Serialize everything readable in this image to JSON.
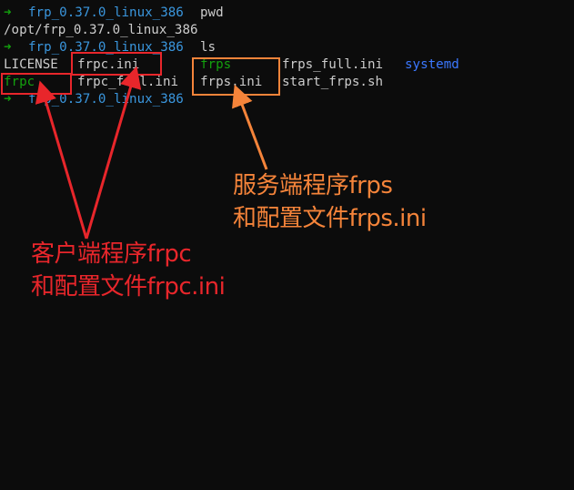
{
  "terminal": {
    "lines": [
      {
        "prompt": "➜",
        "dir": "frp_0.37.0_linux_386",
        "cmd": "pwd"
      },
      {
        "output": "/opt/frp_0.37.0_linux_386"
      },
      {
        "prompt": "➜",
        "dir": "frp_0.37.0_linux_386",
        "cmd": "ls"
      },
      {
        "cols": [
          "LICENSE",
          "frpc.ini",
          "frps",
          "frps_full.ini",
          "systemd"
        ]
      },
      {
        "cols": [
          "frpc",
          "frpc_full.ini",
          "frps.ini",
          "start_frps.sh"
        ]
      },
      {
        "prompt": "➜",
        "dir": "frp_0.37.0_linux_386"
      }
    ]
  },
  "annotations": {
    "server_line1": "服务端程序frps",
    "server_line2": "和配置文件frps.ini",
    "client_line1": "客户端程序frpc",
    "client_line2": "和配置文件frpc.ini"
  },
  "colors": {
    "background": "#0c0c0c",
    "prompt_green": "#13a10e",
    "dir_cyan": "#3a96dd",
    "exec_green": "#13a10e",
    "dir_blue": "#3b78ff",
    "text": "#cccccc",
    "annotation_red": "#e8262b",
    "annotation_orange": "#f5843a"
  }
}
